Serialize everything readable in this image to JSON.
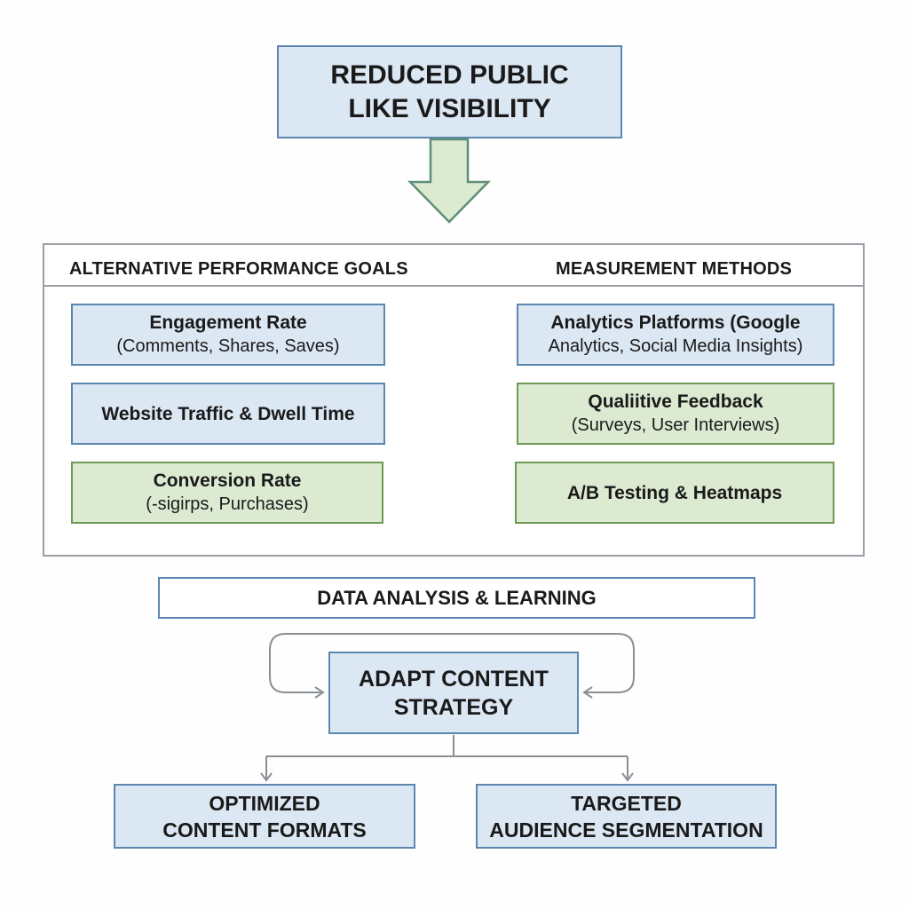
{
  "title": {
    "line1": "REDUCED PUBLIC",
    "line2": "LIKE VISIBILITY"
  },
  "goals": {
    "header": "ALTERNATIVE PERFORMANCE GOALS",
    "items": [
      {
        "title": "Engagement Rate",
        "sub": "(Comments, Shares, Saves)"
      },
      {
        "title": "Website Traffic & Dwell Time",
        "sub": ""
      },
      {
        "title": "Conversion Rate",
        "sub": "(-sigirps, Purchases)"
      }
    ]
  },
  "methods": {
    "header": "MEASUREMENT METHODS",
    "items": [
      {
        "title": "Analytics Platforms (Google",
        "sub": "Analytics, Social Media Insights)"
      },
      {
        "title": "Qualiitive Feedback",
        "sub": "(Surveys, User Interviews)"
      },
      {
        "title": "A/B Testing & Heatmaps",
        "sub": ""
      }
    ]
  },
  "analysis": {
    "label": "DATA ANALYSIS & LEARNING"
  },
  "adapt": {
    "line1": "ADAPT CONTENT",
    "line2": "STRATEGY"
  },
  "outputs": [
    {
      "line1": "OPTIMIZED",
      "line2": "CONTENT FORMATS"
    },
    {
      "line1": "TARGETED",
      "line2": "AUDIENCE SEGMENTATION"
    }
  ],
  "colors": {
    "blue_fill": "#dbe7f3",
    "blue_border": "#5d86b0",
    "green_fill": "#dcead2",
    "green_border": "#6f9a55",
    "arrow_gray": "#7a7f85"
  }
}
